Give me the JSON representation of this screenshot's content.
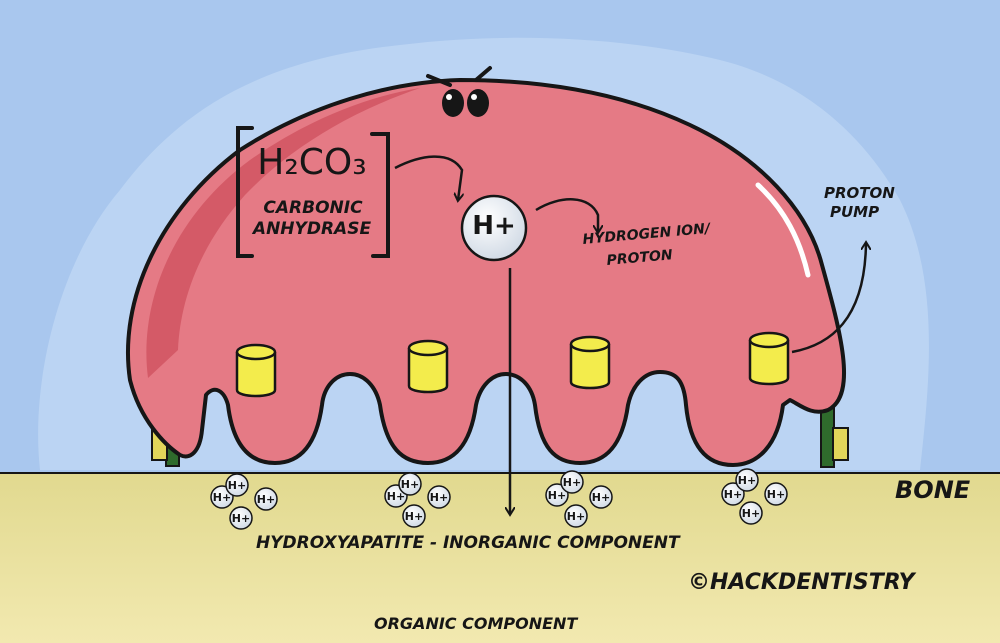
{
  "labels": {
    "formula": "H₂CO₃",
    "enzyme_line1": "CARBONIC",
    "enzyme_line2": "ANHYDRASE",
    "ion": "H+",
    "ion_label_line1": "HYDROGEN ION/",
    "ion_label_line2": "PROTON",
    "pump_line1": "PROTON",
    "pump_line2": "PUMP",
    "bone": "BONE",
    "inorganic": "HYDROXYAPATITE - INORGANIC COMPONENT",
    "organic": "ORGANIC COMPONENT",
    "credit": "©HACKDENTISTRY"
  },
  "colors": {
    "sky": "#a9c7ee",
    "glow": "#bfd7f4",
    "cell": "#e57a85",
    "cell_shadow": "#d15562",
    "bone_top": "#e1d98f",
    "bone_bottom": "#f2e9b0",
    "pump": "#f3ec4c",
    "anchor": "#2f6b2c",
    "outline": "#161616"
  }
}
